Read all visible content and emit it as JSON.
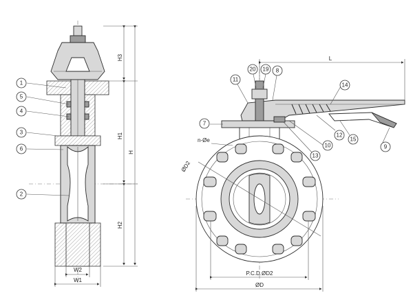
{
  "balloons": {
    "b1": "1",
    "b2": "2",
    "b3": "3",
    "b4": "4",
    "b5": "5",
    "b6": "6",
    "b7": "7",
    "b8": "8",
    "b9": "9",
    "b10": "10",
    "b11": "11",
    "b12": "12",
    "b13": "13",
    "b14": "14",
    "b15": "15",
    "b19": "19",
    "b20": "20"
  },
  "dimensions": {
    "h": "H",
    "h1": "H1",
    "h2": "H2",
    "h3": "H3",
    "w1": "W1",
    "w2": "W2",
    "l": "L",
    "od": "ØD",
    "od2": "ØD2",
    "pcd": "P.C.D.ØD2",
    "bolt_holes": "n-Øe"
  }
}
